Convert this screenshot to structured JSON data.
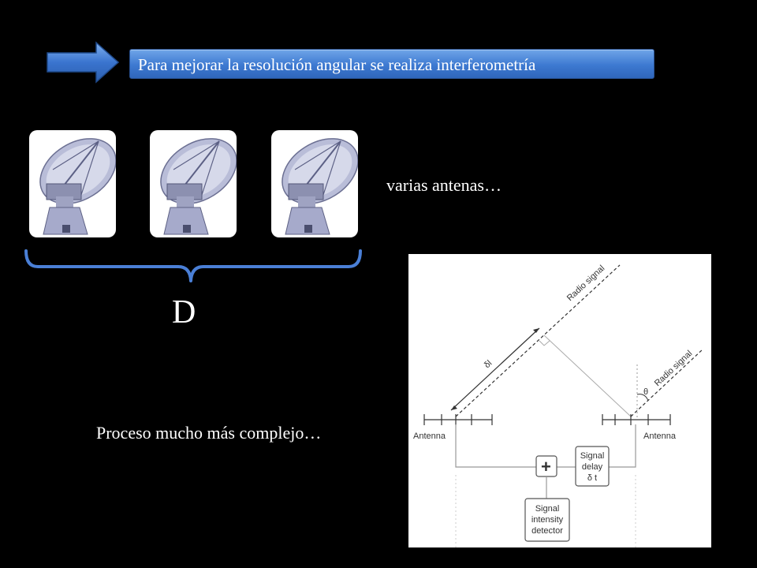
{
  "banner": {
    "text": "Para mejorar la resolución angular se realiza interferometría"
  },
  "antennas_caption": "varias antenas…",
  "baseline_label": "D",
  "complex_caption": "Proceso mucho más complejo…",
  "diagram": {
    "radio_signal_1": "Radio signal",
    "radio_signal_2": "Radio signal",
    "delta_l": "δl",
    "theta": "θ",
    "antenna_left": "Antenna",
    "antenna_right": "Antenna",
    "plus": "+",
    "delay_line1": "Signal",
    "delay_line2": "delay",
    "delay_line3": "δ t",
    "detector_line1": "Signal",
    "detector_line2": "intensity",
    "detector_line3": "detector"
  },
  "colors": {
    "banner_blue": "#3d79d1",
    "arrow_blue": "#3a74cf",
    "brace_blue": "#4a7fd6"
  }
}
